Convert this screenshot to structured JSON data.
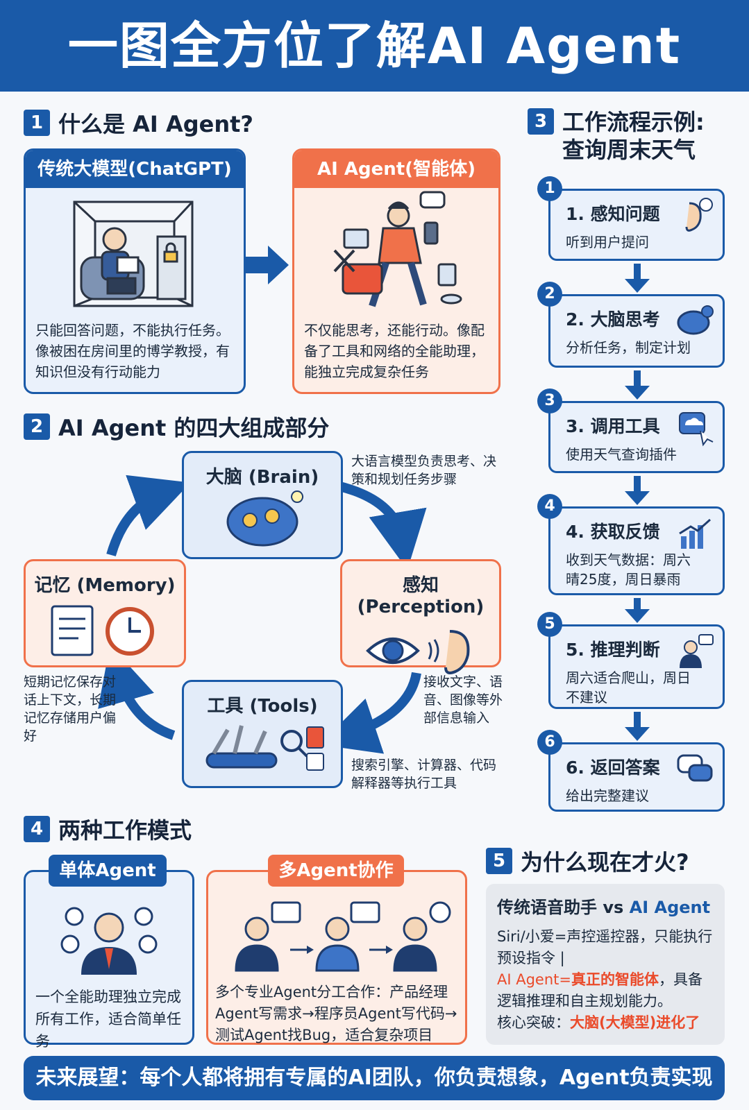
{
  "banner_title": "一图全方位了解AI Agent",
  "sec1": {
    "num": "1",
    "title": "什么是 AI Agent?",
    "traditional": {
      "head": "传统大模型(ChatGPT)",
      "desc": "只能回答问题，不能执行任务。像被困在房间里的博学教授，有知识但没有行动能力"
    },
    "agent": {
      "head": "AI Agent(智能体)",
      "desc": "不仅能思考，还能行动。像配备了工具和网络的全能助理，能独立完成复杂任务"
    }
  },
  "sec2": {
    "num": "2",
    "title": "AI Agent 的四大组成部分",
    "brain": {
      "title": "大脑 (Brain)",
      "note": "大语言模型负责思考、决策和规划任务步骤"
    },
    "perception": {
      "title": "感知 (Perception)",
      "note": "接收文字、语音、图像等外部信息输入"
    },
    "tools": {
      "title": "工具 (Tools)",
      "note": "搜索引擎、计算器、代码解释器等执行工具"
    },
    "memory": {
      "title": "记忆 (Memory)",
      "note": "短期记忆保存对话上下文，长期记忆存储用户偏好"
    }
  },
  "sec3": {
    "num": "3",
    "title_line1": "工作流程示例:",
    "title_line2": "查询周末天气",
    "steps": [
      {
        "num": "1",
        "title": "1. 感知问题",
        "desc": "听到用户提问",
        "icon": "ear-icon"
      },
      {
        "num": "2",
        "title": "2. 大脑思考",
        "desc": "分析任务，制定计划",
        "icon": "brain-icon"
      },
      {
        "num": "3",
        "title": "3. 调用工具",
        "desc": "使用天气查询插件",
        "icon": "cloud-click-icon"
      },
      {
        "num": "4",
        "title": "4. 获取反馈",
        "desc": "收到天气数据：周六晴25度，周日暴雨",
        "icon": "chart-up-icon"
      },
      {
        "num": "5",
        "title": "5. 推理判断",
        "desc": "周六适合爬山，周日不建议",
        "icon": "person-reason-icon"
      },
      {
        "num": "6",
        "title": "6. 返回答案",
        "desc": "给出完整建议",
        "icon": "chat-icon"
      }
    ]
  },
  "sec4": {
    "num": "4",
    "title": "两种工作模式",
    "single": {
      "label": "单体Agent",
      "desc": "一个全能助理独立完成所有工作，适合简单任务"
    },
    "multi": {
      "label": "多Agent协作",
      "desc": "多个专业Agent分工合作：产品经理Agent写需求→程序员Agent写代码→测试Agent找Bug，适合复杂项目"
    }
  },
  "sec5": {
    "num": "5",
    "title": "为什么现在才火?",
    "heading_a": "传统语音助手 vs ",
    "heading_b": "AI Agent",
    "line1": "Siri/小爱=声控遥控器，只能执行预设指令 |",
    "line2_a": "AI Agent=",
    "line2_b": "真正的智能体",
    "line2_c": "，具备逻辑推理和自主规划能力。",
    "line3_a": "核心突破：",
    "line3_b": "大脑(大模型)进化了"
  },
  "footer": "未来展望：每个人都将拥有专属的AI团队，你负责想象，Agent负责实现",
  "colors": {
    "blue": "#1a5aa8",
    "orange": "#f0714a",
    "red": "#ea4a2a"
  }
}
